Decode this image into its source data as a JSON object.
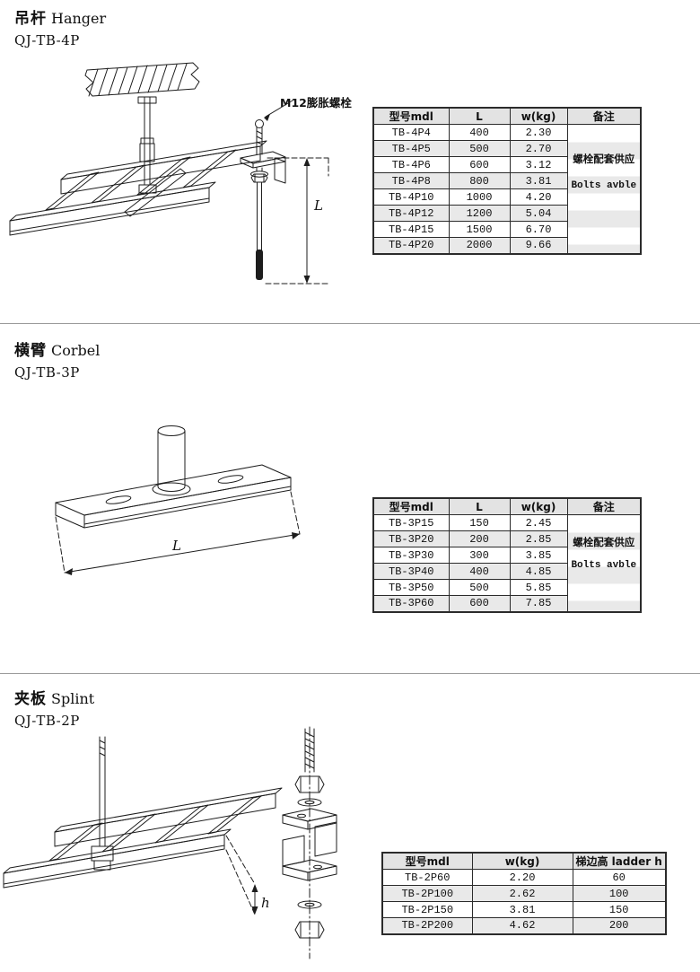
{
  "page": {
    "background": "#ffffff",
    "line_color": "#1d1d1d",
    "table_header_bg": "#e3e3e3",
    "table_stripe_bg": "#e9e9e9",
    "divider_color": "#9a9a9a"
  },
  "sections": [
    {
      "title_cn": "吊杆",
      "title_en": "Hanger",
      "model_code": "QJ-TB-4P",
      "callout": "M12膨胀螺栓",
      "dim_label": "L",
      "table": {
        "headers": [
          "型号mdl",
          "L",
          "w(kg)",
          "备注"
        ],
        "rows": [
          [
            "TB-4P4",
            "400",
            "2.30"
          ],
          [
            "TB-4P5",
            "500",
            "2.70"
          ],
          [
            "TB-4P6",
            "600",
            "3.12"
          ],
          [
            "TB-4P8",
            "800",
            "3.81"
          ],
          [
            "TB-4P10",
            "1000",
            "4.20"
          ],
          [
            "TB-4P12",
            "1200",
            "5.04"
          ],
          [
            "TB-4P15",
            "1500",
            "6.70"
          ],
          [
            "TB-4P20",
            "2000",
            "9.66"
          ]
        ],
        "note_cn": "螺栓配套供应",
        "note_en": "Bolts avble"
      }
    },
    {
      "title_cn": "横臂",
      "title_en": "Corbel",
      "model_code": "QJ-TB-3P",
      "dim_label": "L",
      "table": {
        "headers": [
          "型号mdl",
          "L",
          "w(kg)",
          "备注"
        ],
        "rows": [
          [
            "TB-3P15",
            "150",
            "2.45"
          ],
          [
            "TB-3P20",
            "200",
            "2.85"
          ],
          [
            "TB-3P30",
            "300",
            "3.85"
          ],
          [
            "TB-3P40",
            "400",
            "4.85"
          ],
          [
            "TB-3P50",
            "500",
            "5.85"
          ],
          [
            "TB-3P60",
            "600",
            "7.85"
          ]
        ],
        "note_cn": "螺栓配套供应",
        "note_en": "Bolts avble"
      }
    },
    {
      "title_cn": "夹板",
      "title_en": "Splint",
      "model_code": "QJ-TB-2P",
      "dim_label": "h",
      "table": {
        "headers": [
          "型号mdl",
          "w(kg)",
          "梯边高 ladder h"
        ],
        "rows": [
          [
            "TB-2P60",
            "2.20",
            "60"
          ],
          [
            "TB-2P100",
            "2.62",
            "100"
          ],
          [
            "TB-2P150",
            "3.81",
            "150"
          ],
          [
            "TB-2P200",
            "4.62",
            "200"
          ]
        ]
      }
    }
  ]
}
